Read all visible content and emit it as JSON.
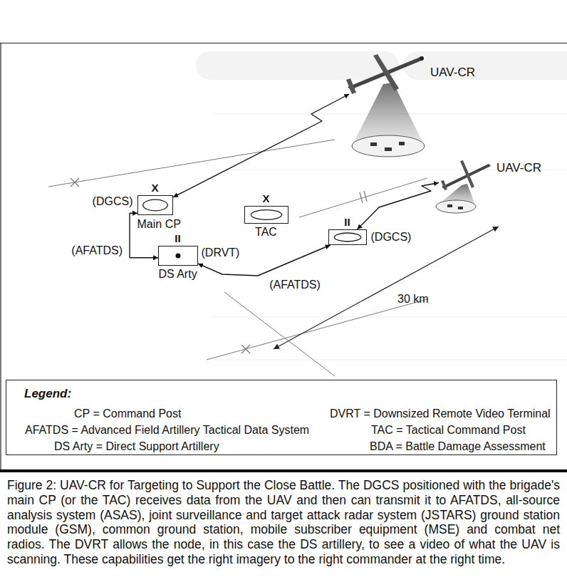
{
  "diagram": {
    "caption": "Figure 2: UAV-CR for Targeting to Support the Close Battle. The DGCS positioned with the brigade's main CP (or the TAC) receives data from the UAV and then can transmit it to AFATDS, all-source analysis system (ASAS), joint surveillance and target attack radar system (JSTARS) ground station module (GSM), common ground station, mobile subscriber equipment (MSE) and combat net radios. The DVRT allows the node, in this case the DS artillery, to see a video of what the UAV is scanning. These capabilities get the right imagery to the right commander at the right time.",
    "nodes": [
      {
        "text": [
          "UAV-CR"
        ]
      },
      {
        "text": [
          "UAV-CR"
        ]
      },
      {
        "text": [
          "X",
          "(DGCS)",
          "Main CP"
        ]
      },
      {
        "text": [
          "X",
          "TAC"
        ]
      },
      {
        "text": [
          "II",
          "(DGCS)"
        ]
      },
      {
        "text": [
          "II",
          "(DRVT)",
          "DS Arty"
        ]
      }
    ],
    "edges": [
      {
        "from": 2,
        "to": 0,
        "arrow": "both"
      },
      {
        "from": 4,
        "to": 1,
        "arrow": "both"
      },
      {
        "from": 2,
        "to": 5,
        "label": "(AFATDS)",
        "arrow": "both"
      },
      {
        "from": 5,
        "to": 4,
        "label": "(AFATDS)",
        "arrow": "both"
      }
    ],
    "labels": [
      "30 km",
      "Legend:"
    ],
    "legend": [
      {
        "text": "CP = Command Post"
      },
      {
        "text": "DVRT = Downsized Remote Video Terminal"
      },
      {
        "text": "AFATDS = Advanced Field Artillery Tactical Data System"
      },
      {
        "text": "TAC = Tactical Command Post"
      },
      {
        "text": "DS Arty = Direct Support Artillery"
      },
      {
        "text": "BDA = Battle Damage Assessment"
      }
    ]
  }
}
